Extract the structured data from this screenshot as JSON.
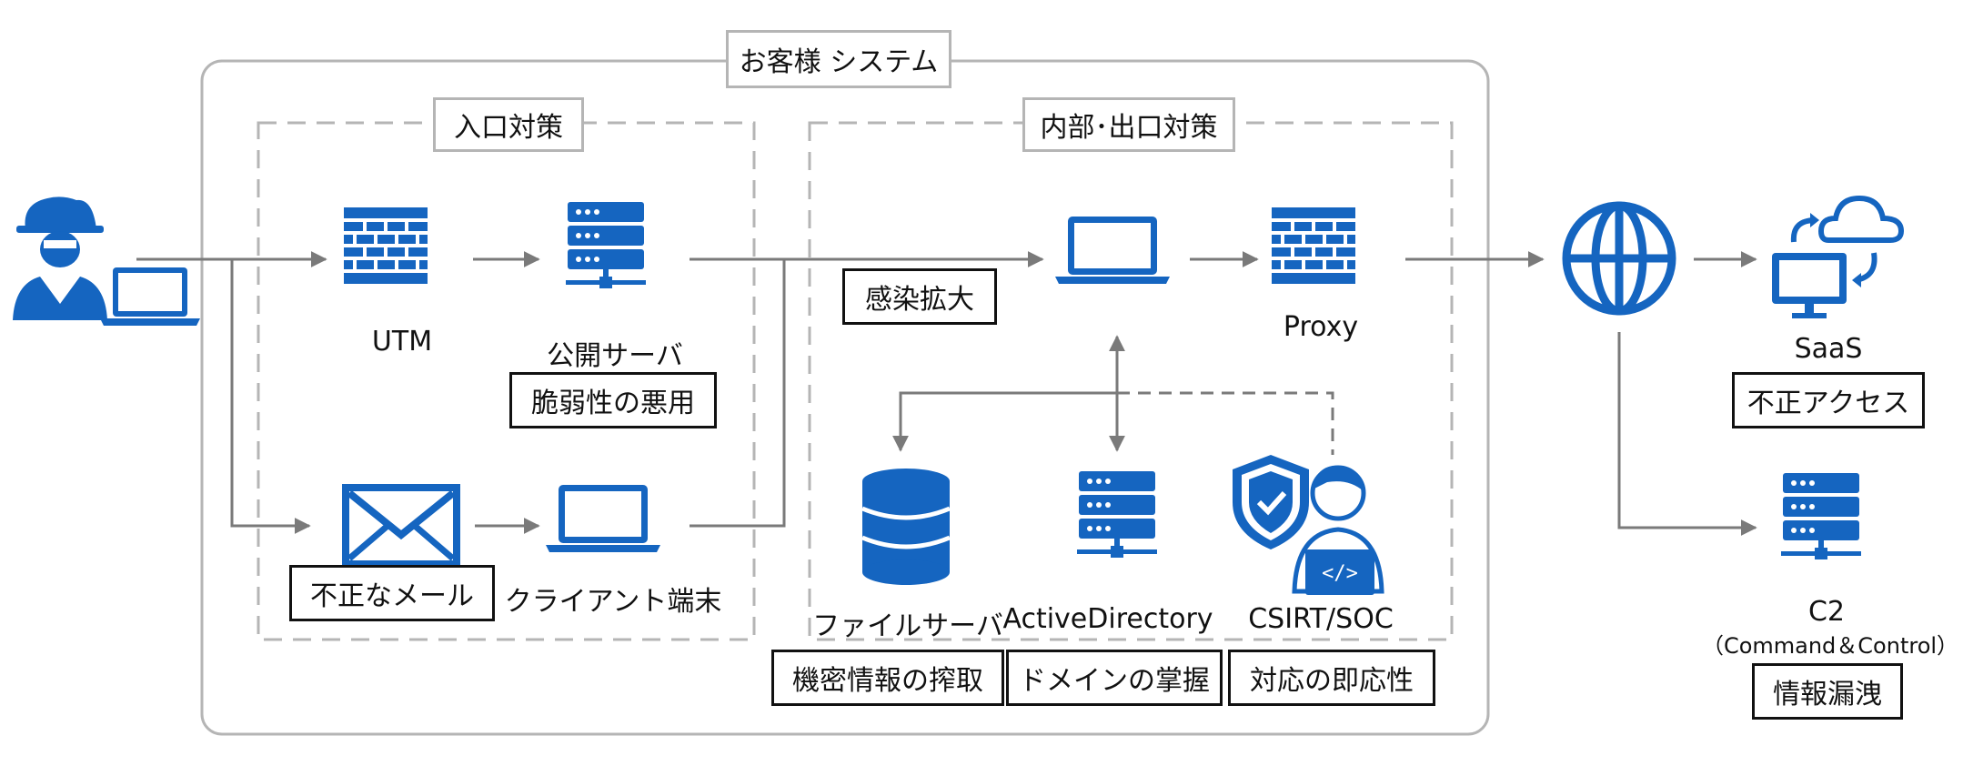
{
  "colors": {
    "icon_blue": "#1565c0",
    "line_grey": "#7a7a7a",
    "frame_grey": "#b5b5b5"
  },
  "groups": {
    "system": "お客様 システム",
    "entry": "入口対策",
    "internal": "内部･出口対策"
  },
  "nodes": {
    "utm": "UTM",
    "public_server": "公開サーバ",
    "client": "クライアント端末",
    "file_server": "ファイルサーバ",
    "active_directory": "ActiveDirectory",
    "csirt": "CSIRT/SOC",
    "proxy": "Proxy",
    "saas": "SaaS",
    "c2": "C2",
    "c2_sub": "（Command＆Control）"
  },
  "threats": {
    "vulnerability": "脆弱性の悪用",
    "malicious_mail": "不正なメール",
    "spread": "感染拡大",
    "theft": "機密情報の搾取",
    "domain": "ドメインの掌握",
    "response": "対応の即応性",
    "unauthorized": "不正アクセス",
    "leak": "情報漏洩"
  },
  "icons": {
    "attacker": "hacker-icon",
    "firewall": "firewall-icon",
    "server": "server-icon",
    "mail": "envelope-icon",
    "laptop": "laptop-icon",
    "database": "database-icon",
    "shield_person": "security-analyst-icon",
    "globe": "globe-icon",
    "cloud_sync": "cloud-sync-icon"
  }
}
